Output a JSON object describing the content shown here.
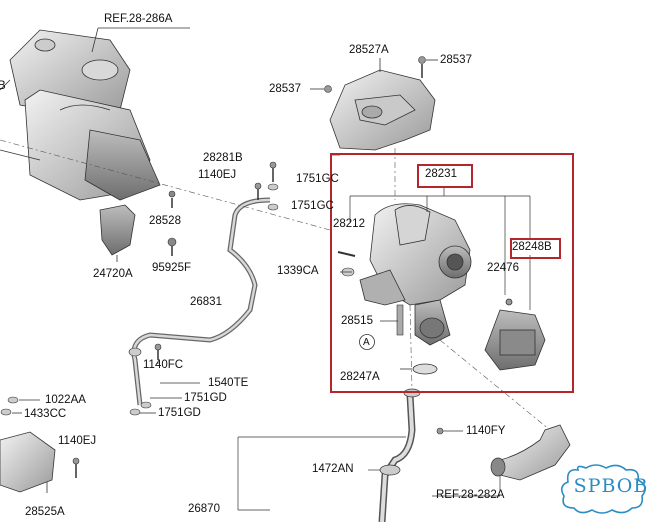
{
  "diagram": {
    "refs": {
      "ref_top": "REF.28-286A",
      "ref_bottom": "REF.28-282A"
    },
    "parts": {
      "p28527A": "28527A",
      "p28537a": "28537",
      "p28537b": "28537",
      "p28281B": "28281B",
      "p1140EJa": "1140EJ",
      "p1751GCa": "1751GC",
      "p1751GCb": "1751GC",
      "p28528": "28528",
      "p95925F": "95925F",
      "p24720A": "24720A",
      "p26831": "26831",
      "p1339CA": "1339CA",
      "p28231": "28231",
      "p28212": "28212",
      "p28248B": "28248B",
      "p22476": "22476",
      "p28515": "28515",
      "pA": "A",
      "p28247A": "28247A",
      "p1140FC": "1140FC",
      "p1540TE": "1540TE",
      "p1751GDa": "1751GD",
      "p1751GDb": "1751GD",
      "p1022AA": "1022AA",
      "p1433CC": "1433CC",
      "p1140EJb": "1140EJ",
      "p1140FY": "1140FY",
      "p1472AN": "1472AN",
      "p26870": "26870",
      "p28525A": "28525A",
      "pB": "B"
    },
    "watermark": "SPBOB",
    "colors": {
      "highlight": "#b3262c",
      "watermark": "#2a8cc4",
      "line": "#333333"
    }
  }
}
